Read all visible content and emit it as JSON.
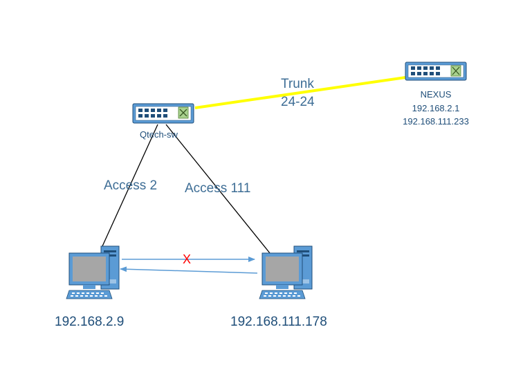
{
  "links": {
    "trunk_label_line1": "Trunk",
    "trunk_label_line2": "24-24",
    "access_left_label": "Access 2",
    "access_right_label": "Access 111",
    "blocked_mark": "X",
    "trunk_color": "#ffff00",
    "cable_color": "#000000",
    "arrow_color": "#5b9bd5"
  },
  "devices": {
    "switch_main": {
      "label": "Qtech-sw",
      "icon": "network-switch-icon"
    },
    "switch_nexus": {
      "label": "NEXUS",
      "ip1": "192.168.2.1",
      "ip2": "192.168.111.233",
      "icon": "network-switch-icon"
    },
    "pc_left": {
      "ip": "192.168.2.9",
      "icon": "desktop-computer-icon"
    },
    "pc_right": {
      "ip": "192.168.111.178",
      "icon": "desktop-computer-icon"
    }
  },
  "colors": {
    "device_blue": "#5b9bd5",
    "device_dark": "#1f4e79",
    "label_blue": "#3d6d95"
  }
}
